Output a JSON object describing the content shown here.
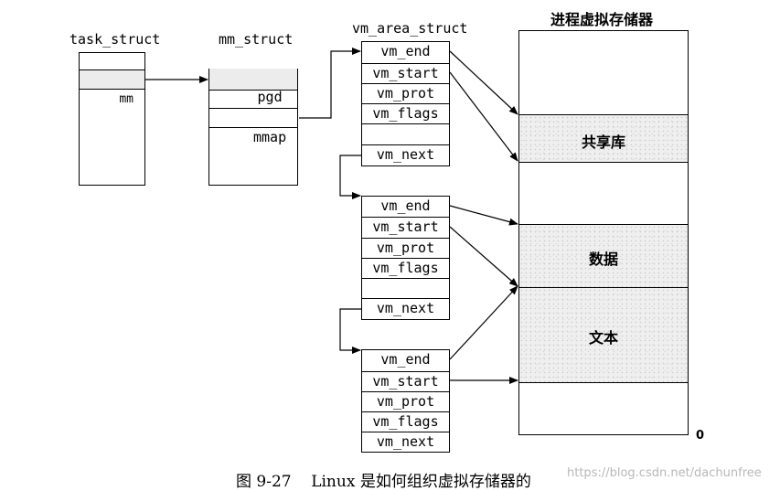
{
  "task_struct": {
    "title": "task_struct",
    "field": "mm"
  },
  "mm_struct": {
    "title": "mm_struct",
    "fields": [
      "pgd",
      "mmap"
    ]
  },
  "vm_area_struct": {
    "title": "vm_area_struct",
    "fields": [
      "vm_end",
      "vm_start",
      "vm_prot",
      "vm_flags",
      "vm_next"
    ]
  },
  "memory": {
    "title": "进程虚拟存储器",
    "regions": [
      "共享库",
      "数据",
      "文本"
    ],
    "zero_label": "0"
  },
  "caption": "图 9-27    Linux 是如何组织虚拟存储器的",
  "watermark": "https://blog.csdn.net/dachunfree"
}
